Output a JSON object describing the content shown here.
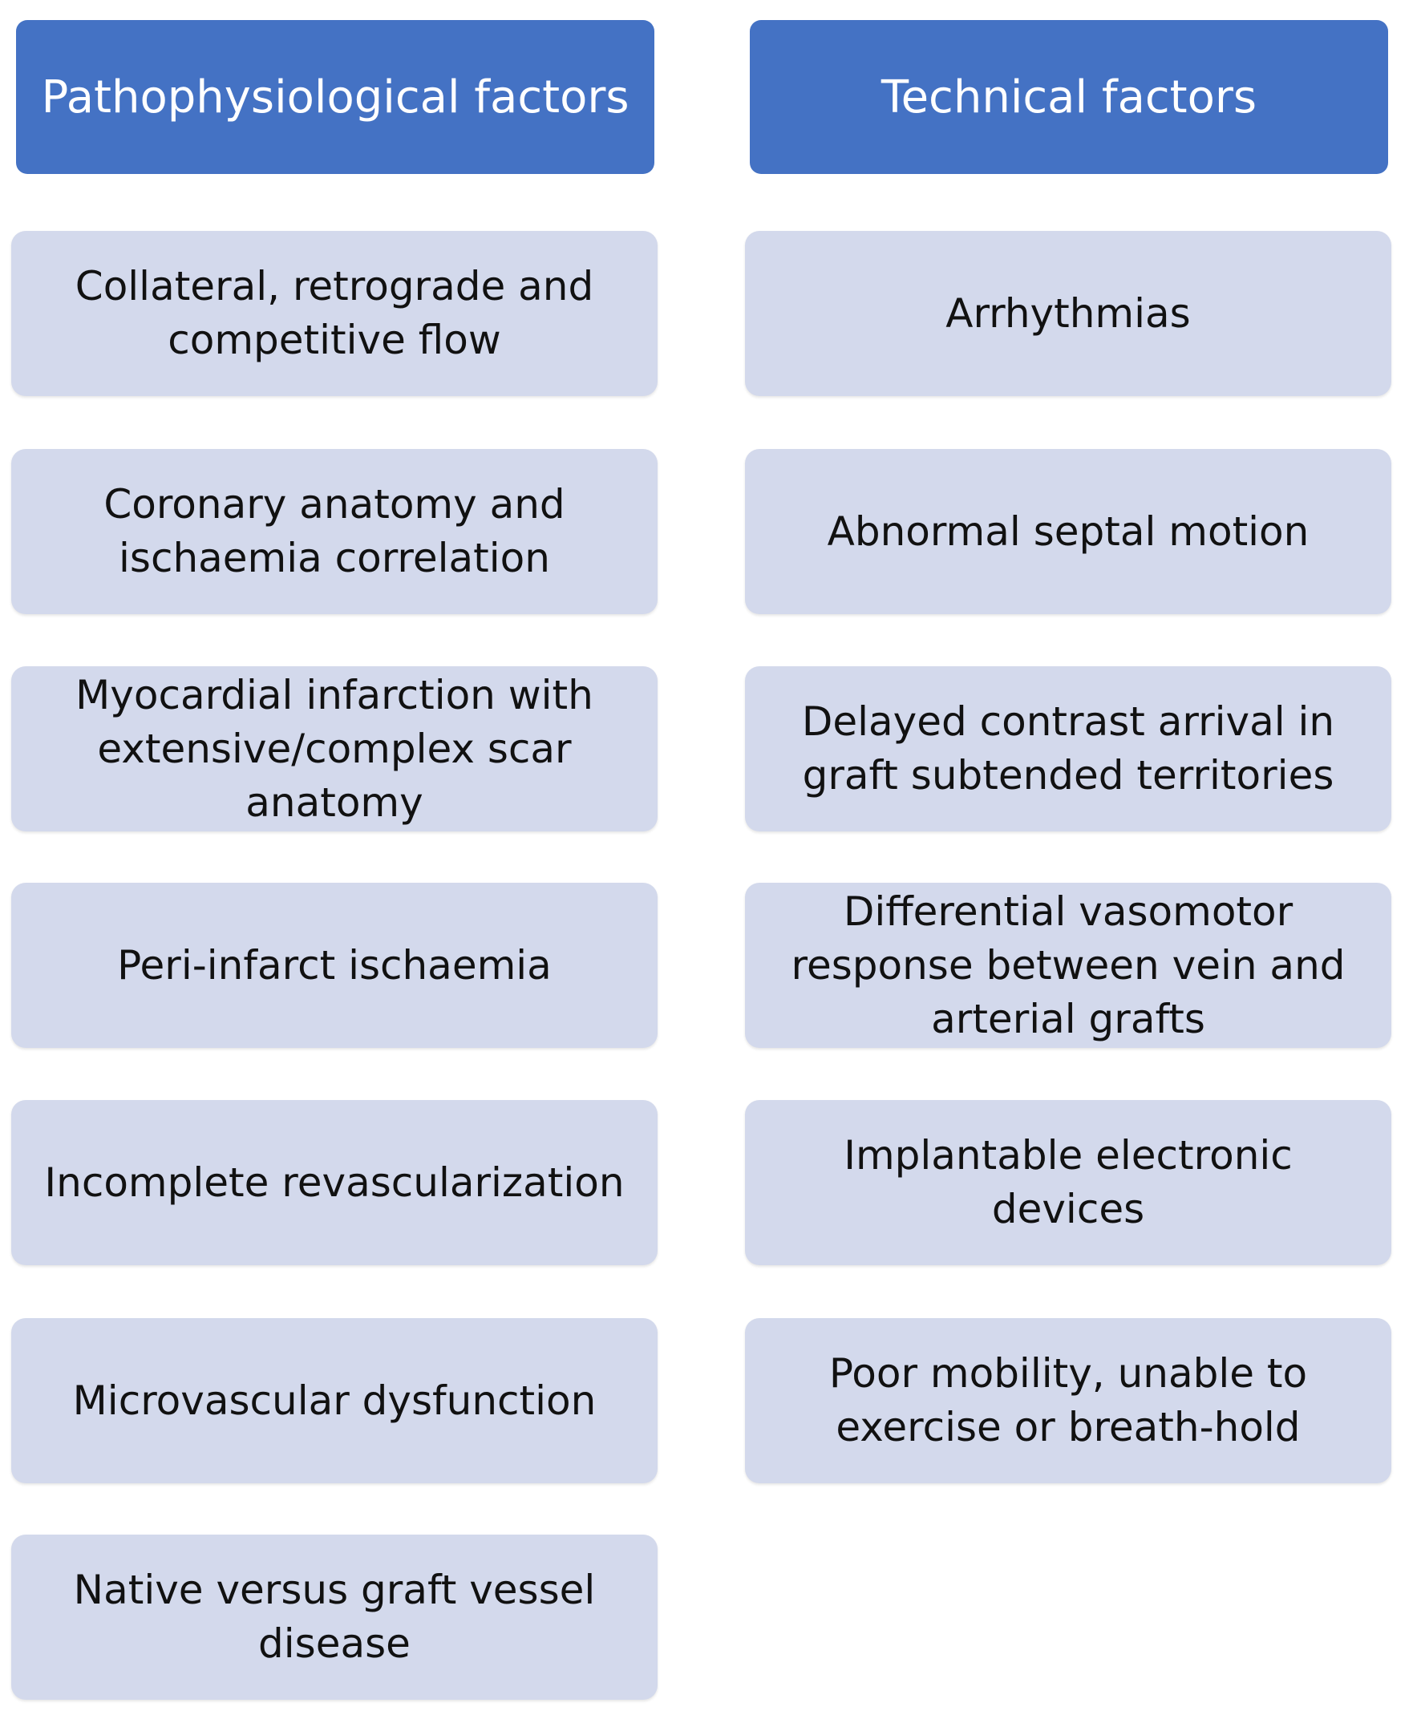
{
  "columns": [
    {
      "header": "Pathophysiological factors",
      "items": [
        "Collateral, retrograde and competitive flow",
        "Coronary anatomy and ischaemia correlation",
        "Myocardial infarction with extensive/complex scar anatomy",
        "Peri-infarct ischaemia",
        "Incomplete revascularization",
        "Microvascular dysfunction",
        "Native versus graft vessel disease"
      ]
    },
    {
      "header": "Technical factors",
      "items": [
        "Arrhythmias",
        "Abnormal septal motion",
        "Delayed contrast arrival in graft subtended territories",
        "Differential vasomotor response between vein and arterial grafts",
        "Implantable electronic devices",
        "Poor mobility, unable to exercise or breath-hold"
      ]
    }
  ],
  "colors": {
    "header_background": "#4472c4",
    "header_text": "#ffffff",
    "item_background": "#d3d9ec",
    "item_text": "#111111"
  }
}
